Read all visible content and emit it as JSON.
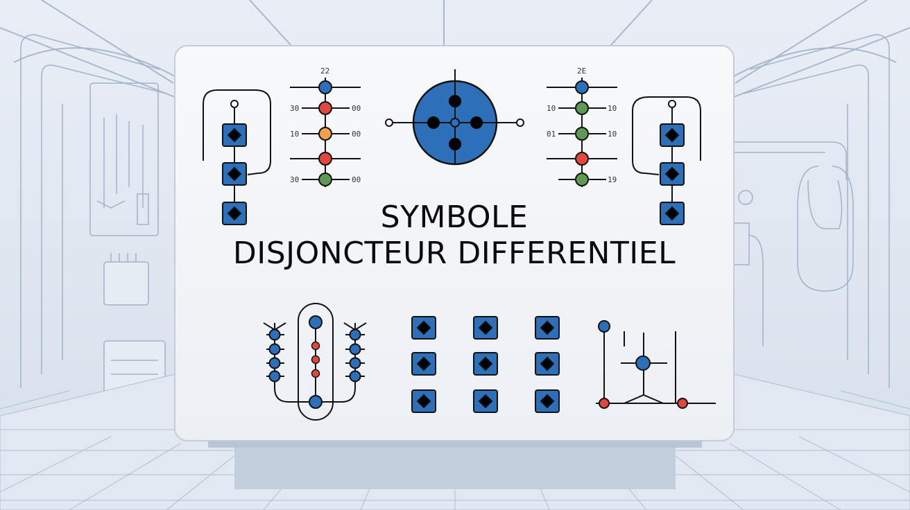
{
  "title": {
    "line1": "SYMBOLE",
    "line2": "DISJONCTEUR DIFFERENTIEL"
  },
  "diagram_labels": {
    "left_ladder_top": "22",
    "left_ladder_left": [
      "30",
      "10",
      "30"
    ],
    "left_ladder_right": [
      "00",
      "00",
      "00"
    ],
    "right_ladder_top": "2E",
    "right_ladder_left": [
      "10",
      "01",
      ""
    ],
    "right_ladder_right": [
      "10",
      "10",
      "19"
    ]
  },
  "colors": {
    "blue": "#2e6fba",
    "red": "#e0473f",
    "orange": "#f0a04a",
    "green": "#5f9a55",
    "line": "#111111",
    "room_line": "#9aabc2"
  }
}
